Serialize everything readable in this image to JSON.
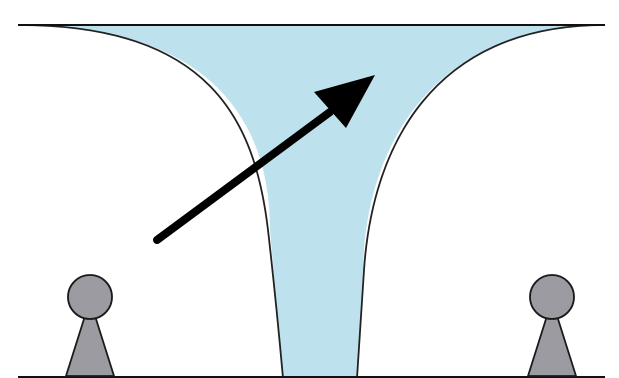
{
  "diagram": {
    "background_color": "#ffffff",
    "funnel": {
      "fill_color": "#bde2ee",
      "stroke_color": "#222222"
    },
    "arrow": {
      "color": "#000000"
    },
    "figures": {
      "fill_color": "#9c9ba1",
      "stroke_color": "#1a1a1a",
      "count": 2
    },
    "lines": {
      "color": "#111111",
      "top": "horizontal-line",
      "bottom": "horizontal-line"
    }
  }
}
